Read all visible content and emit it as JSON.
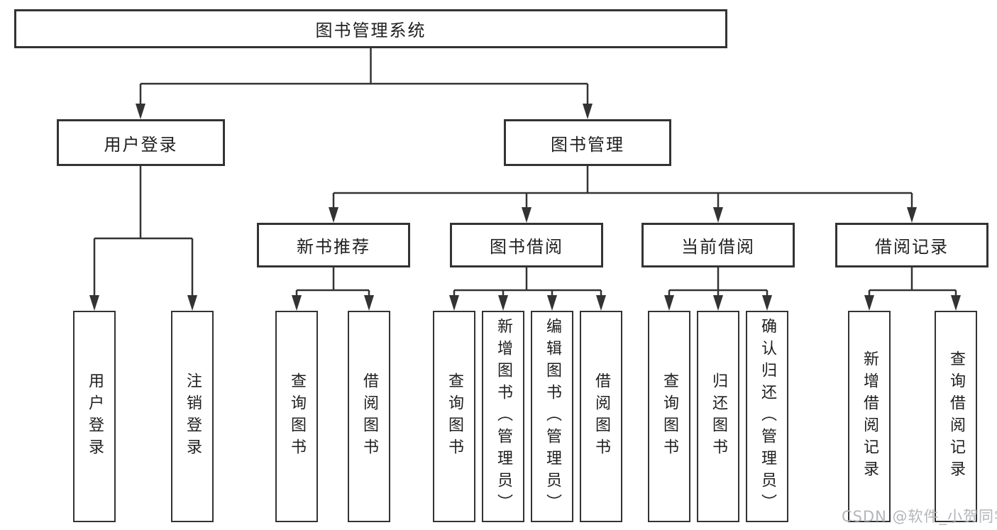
{
  "diagram_type": "hierarchy-tree",
  "colors": {
    "background": "#ffffff",
    "line": "#333333",
    "box_border": "#333333",
    "text": "#1f1f1f",
    "watermark": "#b3b6ba"
  },
  "tree": {
    "label": "图书管理系统",
    "children": [
      {
        "label": "用户登录",
        "children": [
          {
            "label": "用户登录"
          },
          {
            "label": "注销登录"
          }
        ]
      },
      {
        "label": "图书管理",
        "children": [
          {
            "label": "新书推荐",
            "children": [
              {
                "label": "查询图书"
              },
              {
                "label": "借阅图书"
              }
            ]
          },
          {
            "label": "图书借阅",
            "children": [
              {
                "label": "查询图书"
              },
              {
                "label": "新增图书（管理员）"
              },
              {
                "label": "编辑图书（管理员）"
              },
              {
                "label": "借阅图书"
              }
            ]
          },
          {
            "label": "当前借阅",
            "children": [
              {
                "label": "查询图书"
              },
              {
                "label": "归还图书"
              },
              {
                "label": "确认归还（管理员）"
              }
            ]
          },
          {
            "label": "借阅记录",
            "children": [
              {
                "label": "新增借阅记录"
              },
              {
                "label": "查询借阅记录"
              }
            ]
          }
        ]
      }
    ]
  },
  "watermark": "CSDN @软件_小贺同学"
}
